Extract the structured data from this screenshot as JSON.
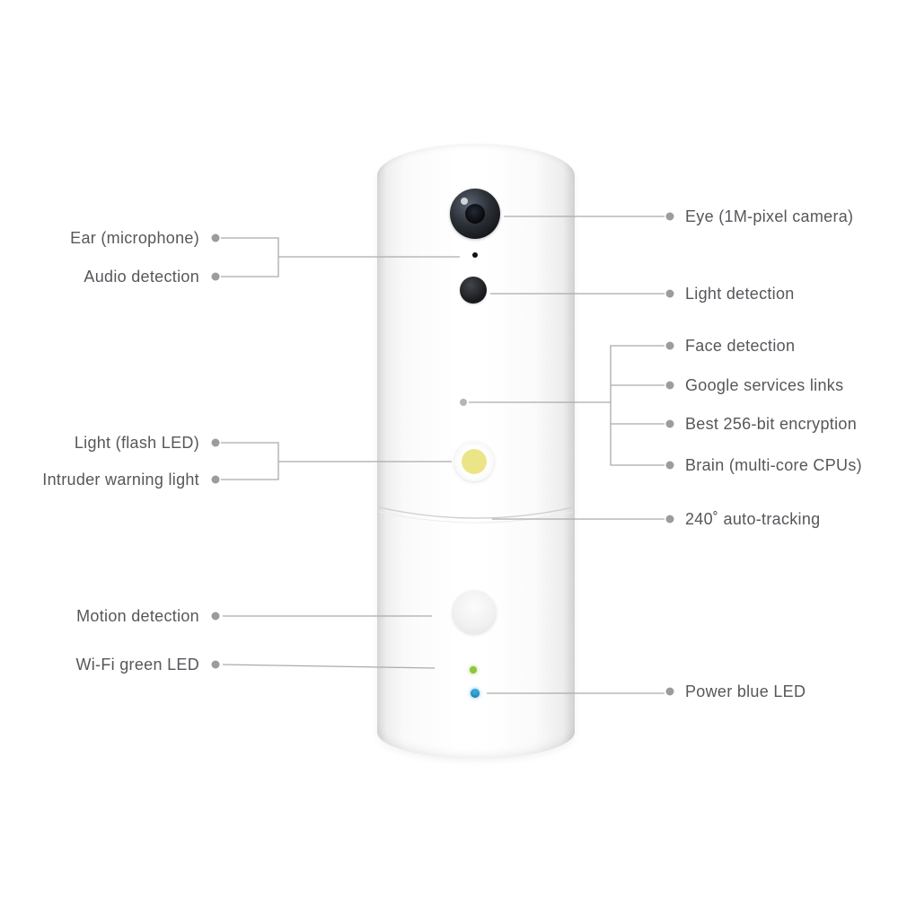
{
  "diagram": {
    "product": "security camera feature callouts",
    "left_labels": {
      "ear": "Ear (microphone)",
      "audio": "Audio detection",
      "flash": "Light (flash LED)",
      "intruder": "Intruder warning light",
      "motion": "Motion detection",
      "wifi": "Wi-Fi green LED"
    },
    "right_labels": {
      "eye": "Eye (1M-pixel camera)",
      "light": "Light detection",
      "face": "Face detection",
      "google": "Google services links",
      "encryption": "Best 256-bit encryption",
      "brain": "Brain (multi-core CPUs)",
      "tracking": "240˚ auto-tracking",
      "power": "Power blue LED"
    },
    "colors": {
      "label_text": "#56575b",
      "callout_line": "#ababab",
      "callout_dot": "#9c9c9c",
      "flash_led_yellow": "#ece588",
      "wifi_led_green": "#8dc63f",
      "power_led_blue": "#35a8dc",
      "lens_black": "#15161a"
    }
  }
}
